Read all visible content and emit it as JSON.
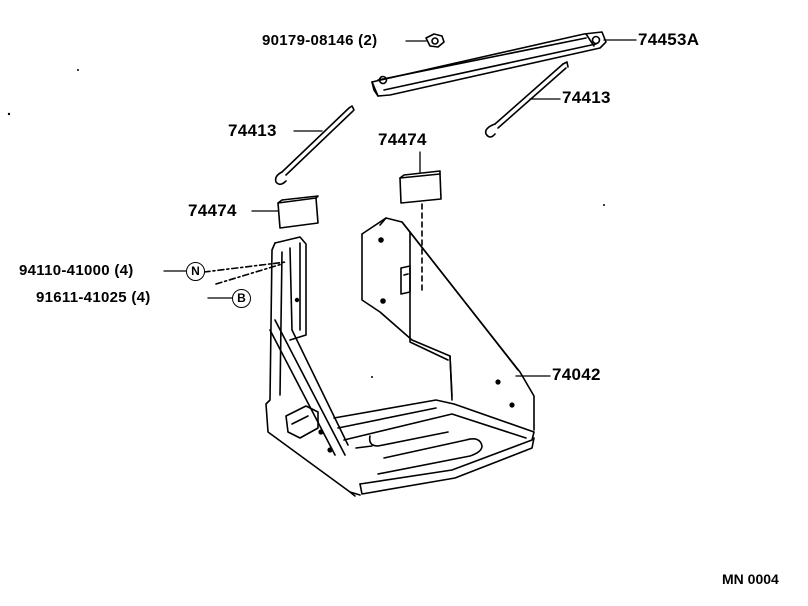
{
  "diagram": {
    "labels": {
      "bolt_top": "90179-08146 (2)",
      "hold_down_bracket": "74453A",
      "rod_right": "74413",
      "rod_left": "74413",
      "pad_left": "74474",
      "pad_right": "74474",
      "nut": "94110-41000 (4)",
      "bolt_side": "91611-41025 (4)",
      "battery_carrier": "74042"
    },
    "markers": {
      "nut": "N",
      "bolt": "B"
    },
    "figure_code": "MN 0004"
  }
}
